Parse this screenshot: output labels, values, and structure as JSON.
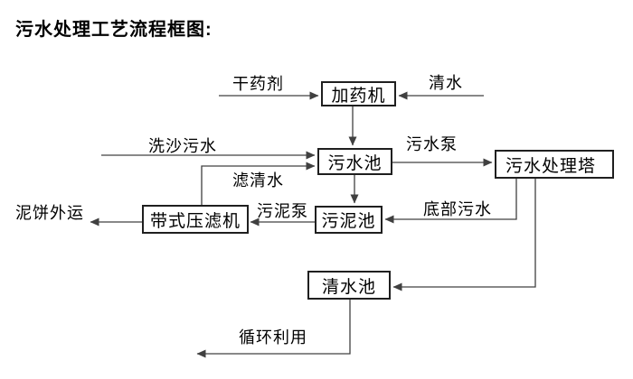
{
  "title": "污水处理工艺流程框图:",
  "nodes": {
    "dosing_machine": {
      "label": "加药机"
    },
    "sewage_pool": {
      "label": "污水池"
    },
    "treatment_tower": {
      "label": "污水处理塔"
    },
    "sludge_pool": {
      "label": "污泥池"
    },
    "belt_filter_press": {
      "label": "带式压滤机"
    },
    "clean_water_pool": {
      "label": "清水池"
    }
  },
  "edge_labels": {
    "dry_chemical": "干药剂",
    "clean_water": "清水",
    "sand_washing_sewage": "洗沙污水",
    "sewage_pump": "污水泵",
    "filtered_clean_water": "滤清水",
    "sludge_pump": "污泥泵",
    "bottom_sewage": "底部污水",
    "mud_cake_transport": "泥饼外运",
    "recycle_use": "循环利用"
  },
  "colors": {
    "line": "#404040",
    "box_border": "#1f1f1f",
    "text": "#000000",
    "background": "#ffffff"
  }
}
